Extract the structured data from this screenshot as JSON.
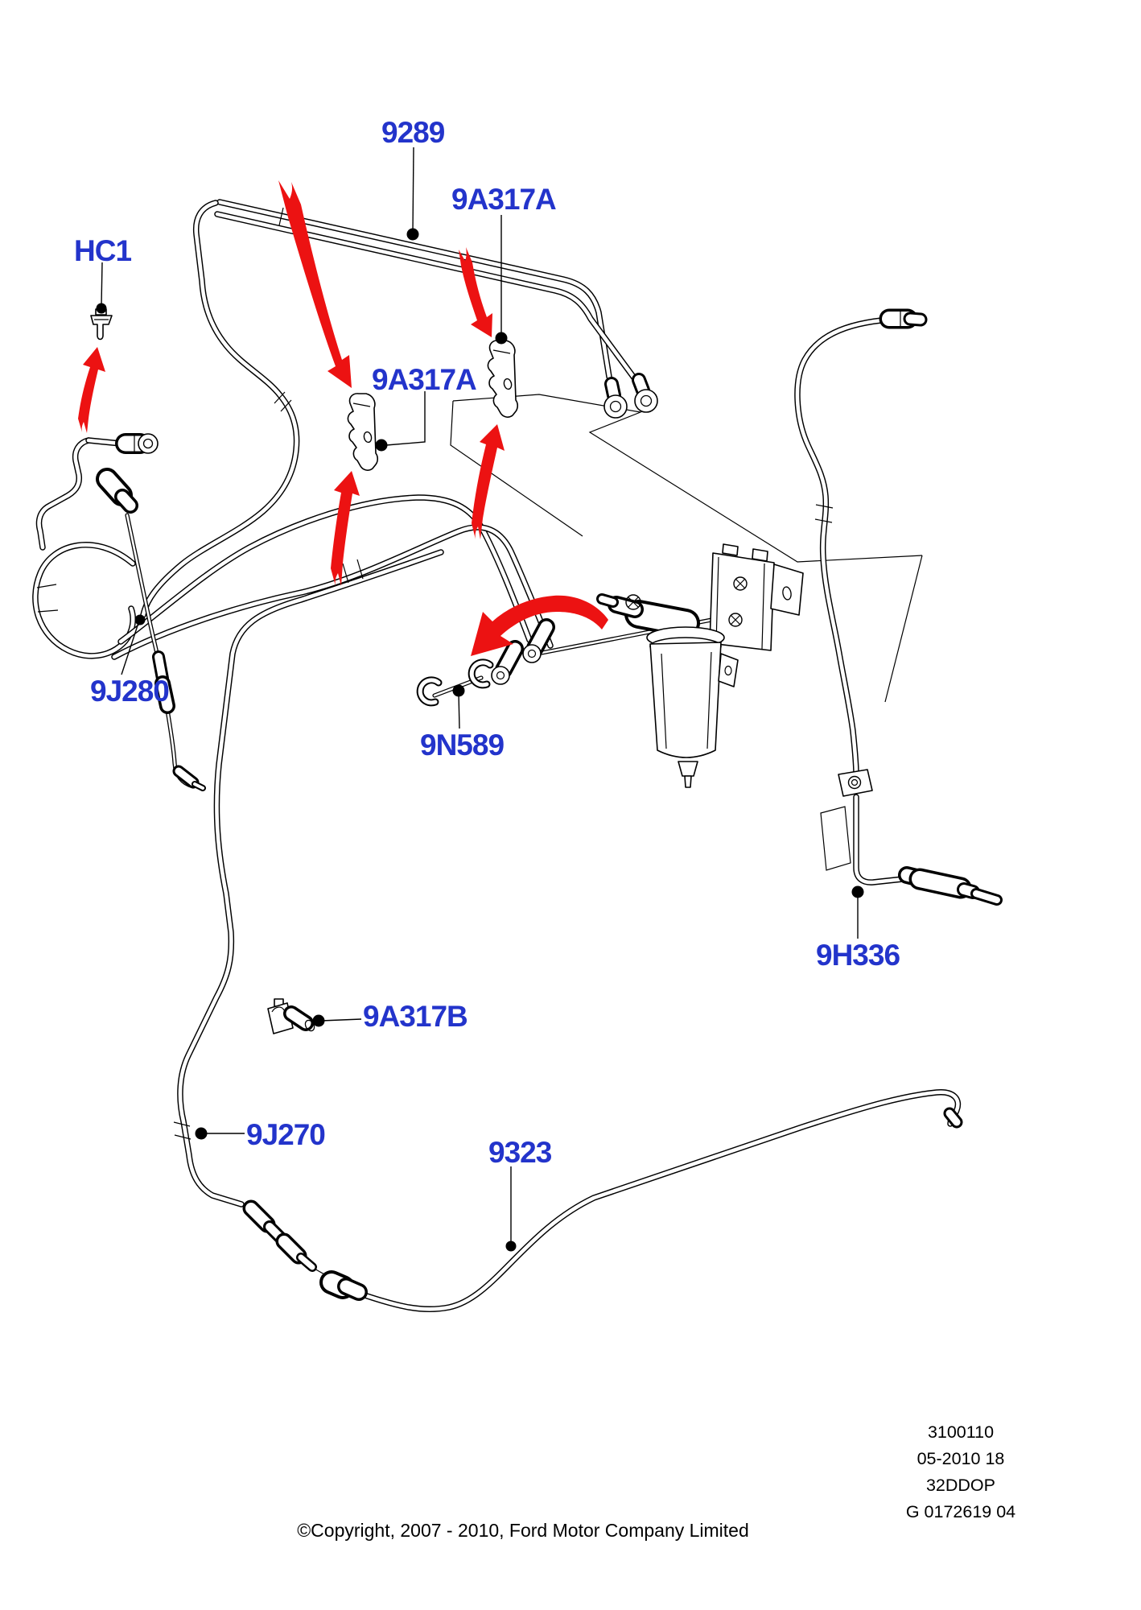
{
  "diagram": {
    "labels": {
      "part_9289": "9289",
      "part_hc1": "HC1",
      "part_9a317a_1": "9A317A",
      "part_9a317a_2": "9A317A",
      "part_9n589": "9N589",
      "part_9j280": "9J280",
      "part_9h336": "9H336",
      "part_9a317b": "9A317B",
      "part_9j270": "9J270",
      "part_9323": "9323"
    },
    "info_block": {
      "line1": "3100110",
      "line2": "05-2010 18",
      "line3": "32DDOP",
      "line4": "G 0172619 04"
    },
    "footer": {
      "copyright": "©Copyright, 2007 - 2010, Ford Motor Company Limited"
    },
    "colors": {
      "label_blue": "#2334cb",
      "arrow_red": "#ec1212",
      "line_black": "#000000",
      "background": "#ffffff"
    }
  }
}
